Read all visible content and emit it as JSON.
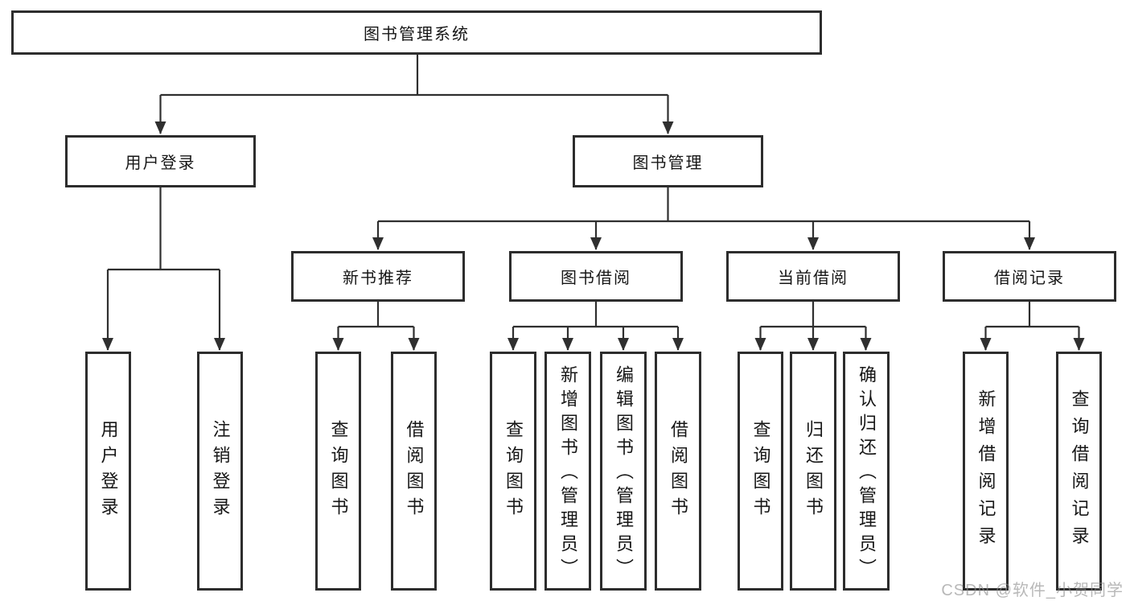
{
  "diagram": {
    "root": {
      "label": "图书管理系统"
    },
    "level2": [
      {
        "label": "用户登录"
      },
      {
        "label": "图书管理"
      }
    ],
    "level3": [
      {
        "label": "新书推荐"
      },
      {
        "label": "图书借阅"
      },
      {
        "label": "当前借阅"
      },
      {
        "label": "借阅记录"
      }
    ],
    "leaves": {
      "user_login": [
        {
          "label": "用户登录"
        },
        {
          "label": "注销登录"
        }
      ],
      "new_book_recommend": [
        {
          "label": "查询图书"
        },
        {
          "label": "借阅图书"
        }
      ],
      "book_borrow": [
        {
          "label": "查询图书"
        },
        {
          "label": "新增图书（管理员）"
        },
        {
          "label": "编辑图书（管理员）"
        },
        {
          "label": "借阅图书"
        }
      ],
      "current_borrow": [
        {
          "label": "查询图书"
        },
        {
          "label": "归还图书"
        },
        {
          "label": "确认归还（管理员）"
        }
      ],
      "borrow_records": [
        {
          "label": "新增借阅记录"
        },
        {
          "label": "查询借阅记录"
        }
      ]
    }
  },
  "watermark": "CSDN @软件_小贺同学",
  "colors": {
    "line": "#2f2f2f",
    "border": "#2d2d2d",
    "text": "#161616",
    "background": "#ffffff",
    "watermark": "#8c8c8c"
  }
}
